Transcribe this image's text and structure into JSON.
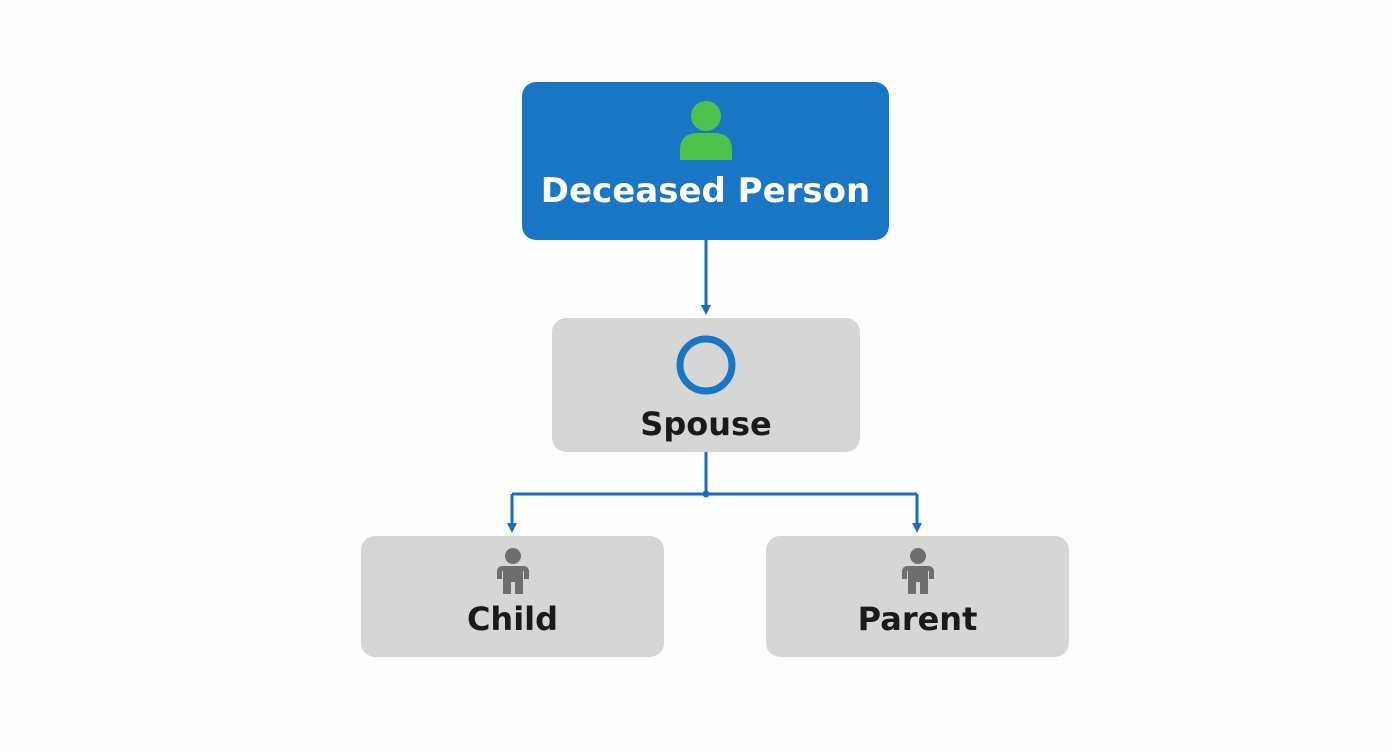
{
  "diagram": {
    "colors": {
      "connector": "#1a6cc2",
      "root_fill": "#1976c4",
      "node_fill": "#d6d6d6",
      "root_icon": "#4dc24d",
      "spouse_icon": "#1976c4",
      "person_icon": "#6e6e6e"
    },
    "nodes": {
      "deceased": {
        "label": "Deceased Person",
        "icon": "person-icon"
      },
      "spouse": {
        "label": "Spouse",
        "icon": "ring-icon"
      },
      "child": {
        "label": "Child",
        "icon": "child-icon"
      },
      "parent": {
        "label": "Parent",
        "icon": "child-icon"
      }
    },
    "edges": [
      {
        "from": "deceased",
        "to": "spouse"
      },
      {
        "from": "spouse",
        "to": "child"
      },
      {
        "from": "spouse",
        "to": "parent"
      }
    ]
  }
}
